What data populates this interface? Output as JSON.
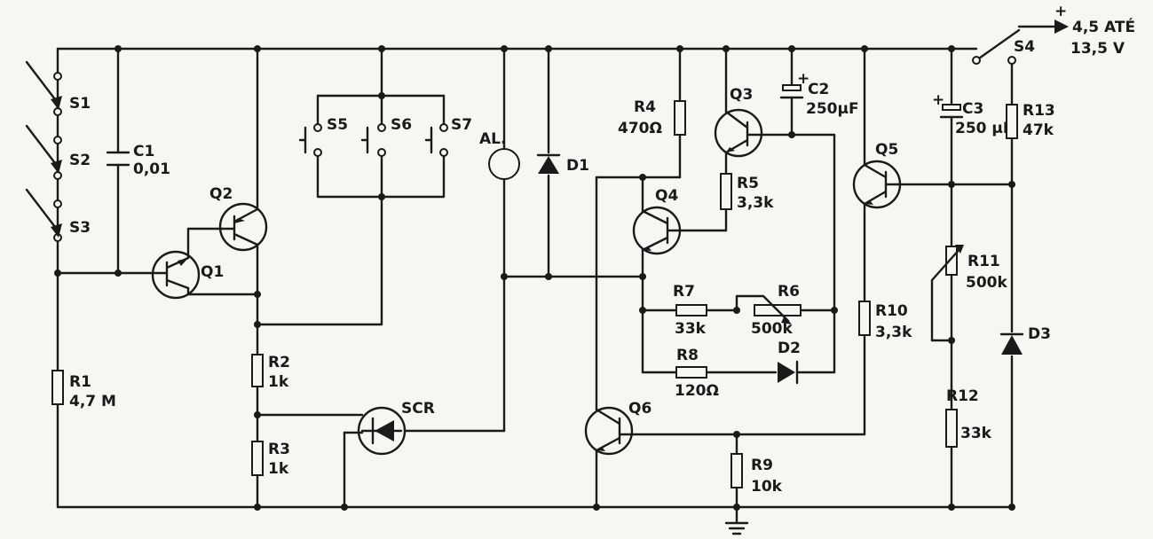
{
  "supply": {
    "sign": "+",
    "line1": "4,5 ATÉ",
    "line2": "13,5 V"
  },
  "switches": [
    {
      "id": "s1",
      "label": "S1"
    },
    {
      "id": "s2",
      "label": "S2"
    },
    {
      "id": "s3",
      "label": "S3"
    },
    {
      "id": "s4",
      "label": "S4"
    },
    {
      "id": "s5",
      "label": "S5"
    },
    {
      "id": "s6",
      "label": "S6"
    },
    {
      "id": "s7",
      "label": "S7"
    }
  ],
  "capacitors": [
    {
      "id": "c1",
      "label": "C1",
      "value": "0,01"
    },
    {
      "id": "c2",
      "label": "C2",
      "value": "250µF",
      "polarity": "+"
    },
    {
      "id": "c3",
      "label": "C3",
      "value": "250 µF",
      "polarity": "+"
    }
  ],
  "resistors": [
    {
      "id": "r1",
      "label": "R1",
      "value": "4,7 M"
    },
    {
      "id": "r2",
      "label": "R2",
      "value": "1k"
    },
    {
      "id": "r3",
      "label": "R3",
      "value": "1k"
    },
    {
      "id": "r4",
      "label": "R4",
      "value": "470Ω"
    },
    {
      "id": "r5",
      "label": "R5",
      "value": "3,3k"
    },
    {
      "id": "r6",
      "label": "R6",
      "value": "500k"
    },
    {
      "id": "r7",
      "label": "R7",
      "value": "33k"
    },
    {
      "id": "r8",
      "label": "R8",
      "value": "120Ω"
    },
    {
      "id": "r9",
      "label": "R9",
      "value": "10k"
    },
    {
      "id": "r10",
      "label": "R10",
      "value": "3,3k"
    },
    {
      "id": "r11",
      "label": "R11",
      "value": "500k"
    },
    {
      "id": "r12",
      "label": "R12",
      "value": "33k"
    },
    {
      "id": "r13",
      "label": "R13",
      "value": "47k"
    }
  ],
  "transistors": [
    {
      "id": "q1",
      "label": "Q1"
    },
    {
      "id": "q2",
      "label": "Q2"
    },
    {
      "id": "q3",
      "label": "Q3"
    },
    {
      "id": "q4",
      "label": "Q4"
    },
    {
      "id": "q5",
      "label": "Q5"
    },
    {
      "id": "q6",
      "label": "Q6"
    }
  ],
  "others": {
    "scr": "SCR",
    "alarm": "AL.",
    "d1": "D1",
    "d2": "D2",
    "d3": "D3"
  }
}
